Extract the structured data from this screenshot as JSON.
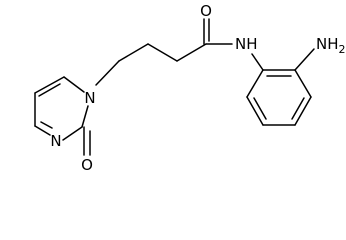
{
  "molecule": {
    "atoms": {
      "carbonyl_oxygen": "O",
      "amide_nitrogen": "NH",
      "amine_group": "NH2",
      "ring_nitrogen_1": "N",
      "ring_nitrogen_3": "N",
      "ring_oxygen": "O"
    },
    "colors": {
      "bond": "#000000",
      "label": "#000000",
      "background": "#ffffff"
    }
  }
}
